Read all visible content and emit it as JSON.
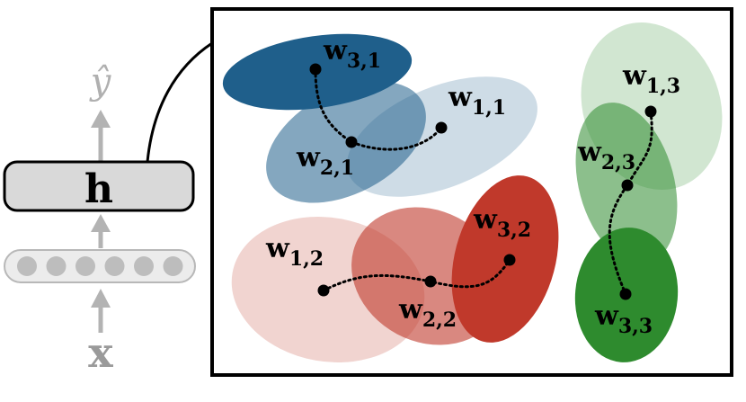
{
  "network": {
    "output_symbol": "ŷ",
    "hidden_label": "h",
    "input_label": "x",
    "input_unit_count": 6
  },
  "colors": {
    "blue": "#1f5f8b",
    "red": "#c0392b",
    "green": "#2e8b2e",
    "gray_arrow": "#b3b3b3",
    "gray_box": "#d9d9d9",
    "gray_dot": "#bdbdbd"
  },
  "clusters": [
    {
      "name": "cluster-1",
      "color": "#1f5f8b",
      "words": [
        {
          "base": "w",
          "sub": "1,1",
          "opacity": 0.22
        },
        {
          "base": "w",
          "sub": "2,1",
          "opacity": 0.55
        },
        {
          "base": "w",
          "sub": "3,1",
          "opacity": 1.0
        }
      ]
    },
    {
      "name": "cluster-2",
      "color": "#c0392b",
      "words": [
        {
          "base": "w",
          "sub": "1,2",
          "opacity": 0.22
        },
        {
          "base": "w",
          "sub": "2,2",
          "opacity": 0.6
        },
        {
          "base": "w",
          "sub": "3,2",
          "opacity": 1.0
        }
      ]
    },
    {
      "name": "cluster-3",
      "color": "#2e8b2e",
      "words": [
        {
          "base": "w",
          "sub": "1,3",
          "opacity": 0.22
        },
        {
          "base": "w",
          "sub": "2,3",
          "opacity": 0.55
        },
        {
          "base": "w",
          "sub": "3,3",
          "opacity": 1.0
        }
      ]
    }
  ]
}
